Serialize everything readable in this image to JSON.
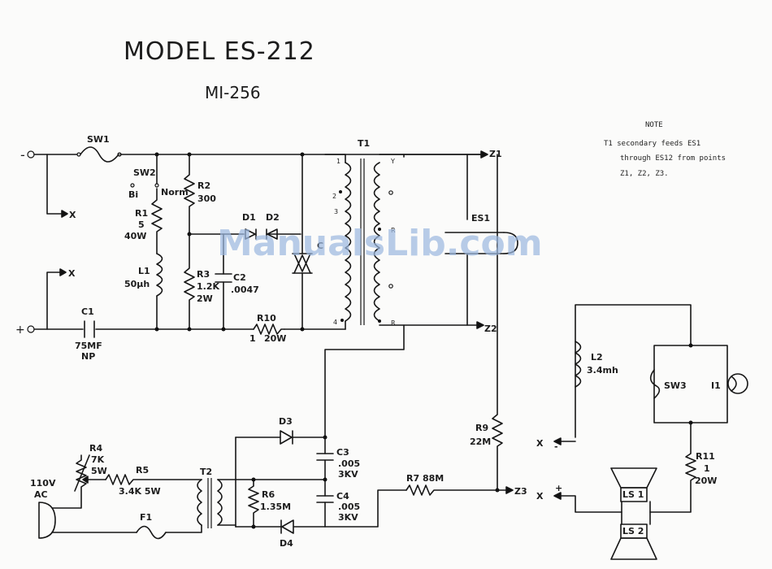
{
  "title": {
    "model": "MODEL  ES-212",
    "sub": "MI-256"
  },
  "note": {
    "heading": "NOTE",
    "line1": "T1 secondary feeds ES1",
    "line2": "through ES12 from points",
    "line3": "Z1, Z2, Z3."
  },
  "watermark": "ManualsLib.com",
  "labels": {
    "minus": "-",
    "plus": "+",
    "x": "X",
    "x_minus": "X",
    "x_plus": "X",
    "minus_sign": "-",
    "plus_sign": "+",
    "sw1": "SW1",
    "sw2": "SW2",
    "bi": "Bi",
    "norm": "Norm",
    "r1_name": "R1",
    "r1_val1": "5",
    "r1_val2": "40W",
    "l1_name": "L1",
    "l1_val": "50µh",
    "r2_name": "R2",
    "r2_val": "300",
    "r3_name": "R3",
    "r3_val1": "1.2K",
    "r3_val2": "2W",
    "c2_name": "C2",
    "c2_val": ".0047",
    "d1": "D1",
    "d2": "D2",
    "c": "C",
    "r10_name": "R10",
    "r10_val1": "1",
    "r10_val2": "20W",
    "c1_name": "C1",
    "c1_val1": "75MF",
    "c1_val2": "NP",
    "t1": "T1",
    "t1_pin1": "1",
    "t1_pin2": "2",
    "t1_pin3": "3",
    "t1_pin4": "4",
    "t1_y": "Y",
    "t1_r1": "R",
    "t1_r2": "R",
    "z1": "Z1",
    "z2": "Z2",
    "z3": "Z3",
    "es1": "ES1",
    "r9_name": "R9",
    "r9_val": "22M",
    "d3": "D3",
    "d4": "D4",
    "c3_name": "C3",
    "c3_val1": ".005",
    "c3_val2": "3KV",
    "c4_name": "C4",
    "c4_val1": ".005",
    "c4_val2": "3KV",
    "r6_name": "R6",
    "r6_val": "1.35M",
    "r7": "R7 88M",
    "r4_name": "R4",
    "r4_val1": "7K",
    "r4_val2": "5W",
    "r5_name": "R5",
    "r5_val": "3.4K 5W",
    "t2": "T2",
    "f1": "F1",
    "ac1": "110V",
    "ac2": "AC",
    "l2_name": "L2",
    "l2_val": "3.4mh",
    "sw3": "SW3",
    "i1": "I1",
    "r11_name": "R11",
    "r11_val1": "1",
    "r11_val2": "20W",
    "ls1": "LS 1",
    "ls2": "LS 2"
  }
}
